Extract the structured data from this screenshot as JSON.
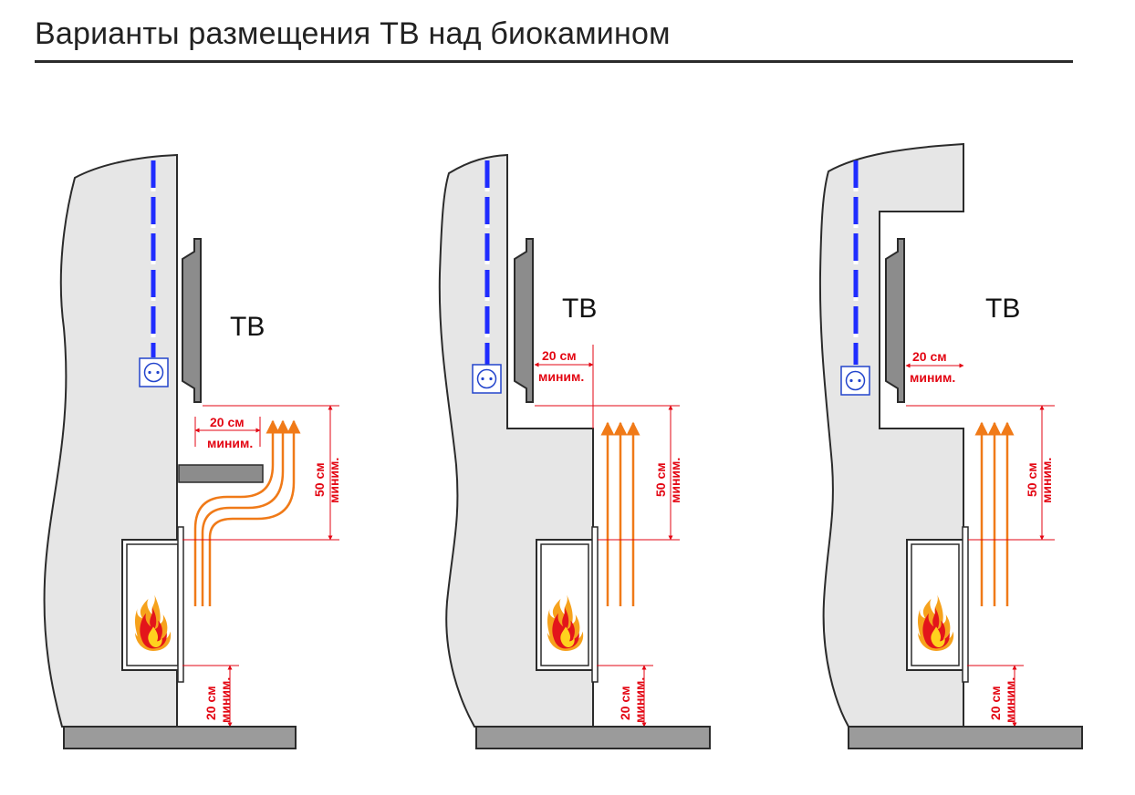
{
  "title": "Варианты размещения ТВ над биокамином",
  "colors": {
    "wall_fill": "#e6e6e6",
    "outline": "#2b2b2b",
    "tv_fill": "#8c8c8c",
    "floor_fill": "#9b9b9b",
    "cable_blue": "#1f2cff",
    "socket_blue": "#2244cc",
    "heat_arrow": "#f07a18",
    "dimension_red": "#e30613",
    "flame_outer": "#f6a21c",
    "flame_inner": "#e3151b",
    "flame_core": "#ffd21e"
  },
  "icons": [
    "power-socket-icon",
    "flame-icon",
    "heat-arrow-icon"
  ],
  "panels": [
    {
      "tv_label": "ТВ",
      "side_gap": {
        "value": "20 см",
        "note": "миним."
      },
      "height_gap": {
        "value": "50 см",
        "note": "миним."
      },
      "floor_gap": {
        "value": "20 см",
        "note": "миним."
      }
    },
    {
      "tv_label": "ТВ",
      "side_gap": {
        "value": "20 см",
        "note": "миним."
      },
      "height_gap": {
        "value": "50 см",
        "note": "миним."
      },
      "floor_gap": {
        "value": "20 см",
        "note": "миним."
      }
    },
    {
      "tv_label": "ТВ",
      "side_gap": {
        "value": "20 см",
        "note": "миним."
      },
      "height_gap": {
        "value": "50 см",
        "note": "миним."
      },
      "floor_gap": {
        "value": "20 см",
        "note": "миним."
      }
    }
  ]
}
